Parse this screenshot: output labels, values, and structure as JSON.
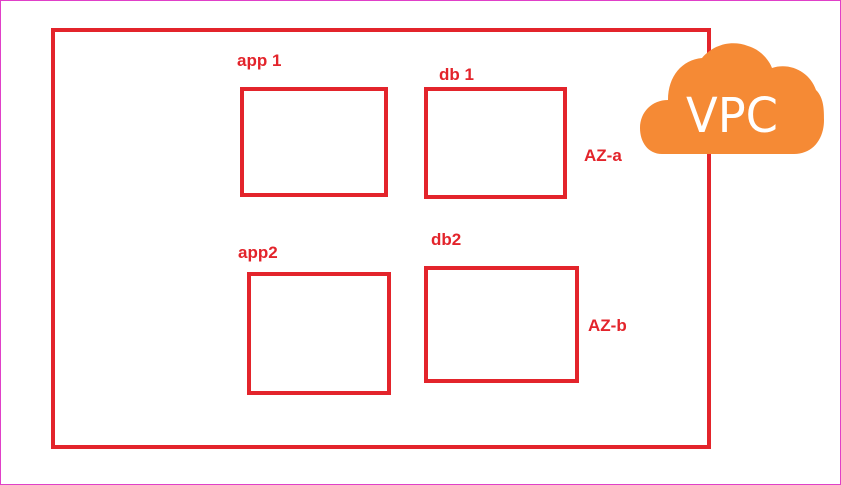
{
  "diagram": {
    "logo": {
      "text": "VPC",
      "icon": "cloud-icon",
      "color": "#f58a35"
    },
    "accent_color": "#e3242b",
    "zones": [
      {
        "label": "AZ-a"
      },
      {
        "label": "AZ-b"
      }
    ],
    "instances": [
      {
        "label": "app 1"
      },
      {
        "label": "db 1"
      },
      {
        "label": "app2"
      },
      {
        "label": "db2"
      }
    ]
  }
}
